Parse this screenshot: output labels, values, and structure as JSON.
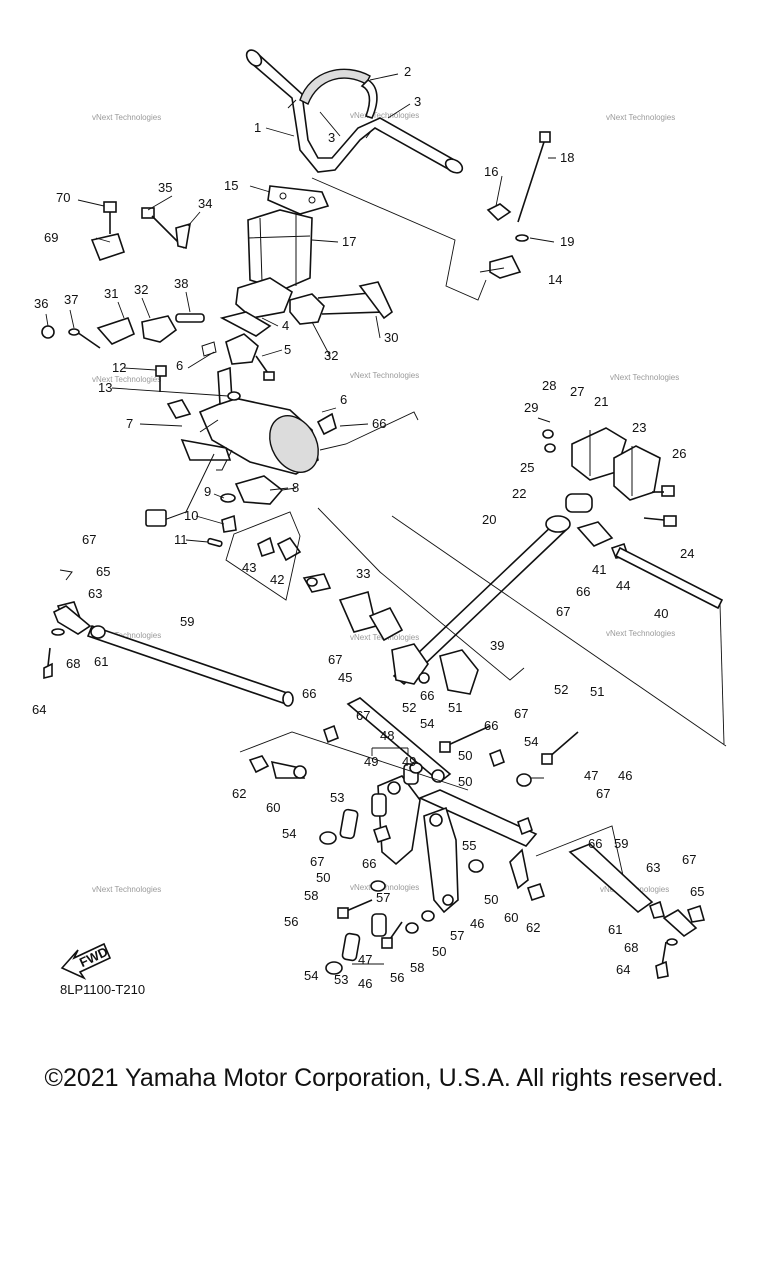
{
  "diagram": {
    "drawing_code": "8LP1100-T210",
    "direction_badge": "FWD",
    "watermark": "vNext Technologies",
    "callouts": {
      "1": "1",
      "2": "2",
      "3": "3",
      "4": "4",
      "5": "5",
      "6": "6",
      "7": "7",
      "8": "8",
      "9": "9",
      "10": "10",
      "11": "11",
      "12": "12",
      "13": "13",
      "14": "14",
      "15": "15",
      "16": "16",
      "17": "17",
      "18": "18",
      "19": "19",
      "20": "20",
      "21": "21",
      "22": "22",
      "23": "23",
      "24": "24",
      "25": "25",
      "26": "26",
      "27": "27",
      "28": "28",
      "29": "29",
      "30": "30",
      "31": "31",
      "32": "32",
      "33": "33",
      "34": "34",
      "35": "35",
      "36": "36",
      "37": "37",
      "38": "38",
      "39": "39",
      "40": "40",
      "41": "41",
      "42": "42",
      "43": "43",
      "44": "44",
      "45": "45",
      "46": "46",
      "47": "47",
      "48": "48",
      "49": "49",
      "50": "50",
      "51": "51",
      "52": "52",
      "53": "53",
      "54": "54",
      "55": "55",
      "56": "56",
      "57": "57",
      "58": "58",
      "59": "59",
      "60": "60",
      "61": "61",
      "62": "62",
      "63": "63",
      "64": "64",
      "65": "65",
      "66": "66",
      "67": "67",
      "68": "68",
      "69": "69",
      "70": "70"
    }
  },
  "footer": {
    "copyright": "©2021 Yamaha Motor Corporation, U.S.A. All rights reserved."
  }
}
